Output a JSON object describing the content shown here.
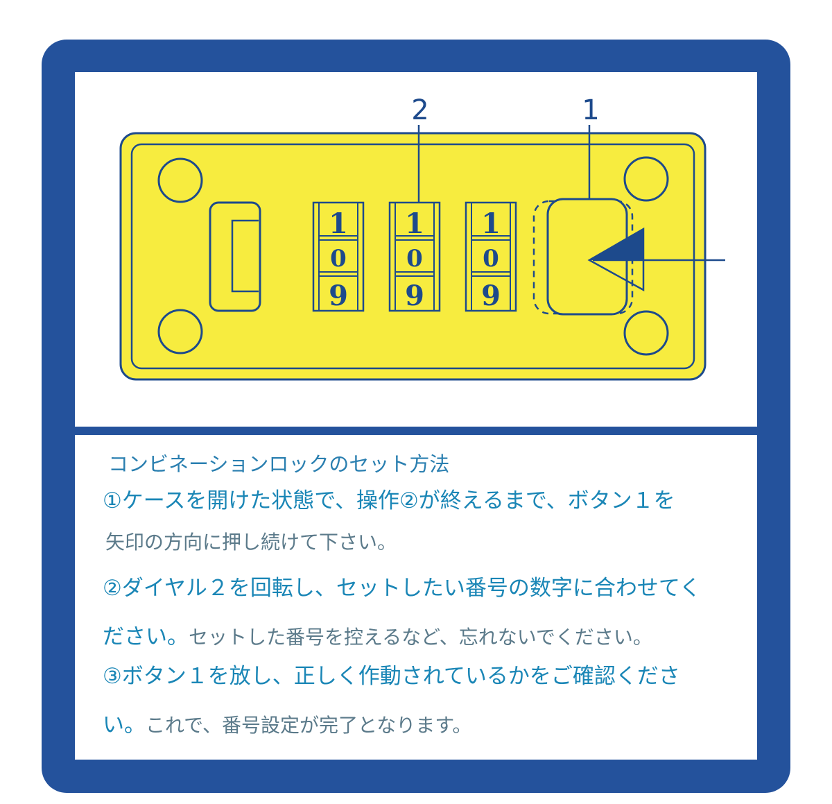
{
  "diagram": {
    "callout_1": "1",
    "callout_2": "2",
    "dials": [
      {
        "digits": [
          "1",
          "0",
          "9"
        ]
      },
      {
        "digits": [
          "1",
          "0",
          "9"
        ]
      },
      {
        "digits": [
          "1",
          "0",
          "9"
        ]
      }
    ],
    "colors": {
      "frame": "#24529c",
      "lock_body": "#f7ec3f",
      "outline": "#1d4a8c",
      "text": "#1b7eaa"
    }
  },
  "instructions": {
    "title": "コンビネーションロックのセット方法",
    "step1_line1": "①ケースを開けた状態で、操作②が終えるまで、ボタン１を",
    "step1_line2": "矢印の方向に押し続けて下さい。",
    "step2_line1": "②ダイヤル２を回転し、セットしたい番号の数字に合わせてく",
    "step2_line2a": "ださい。",
    "step2_line2b": "セットした番号を控えるなど、忘れないでください。",
    "step3_line1": "③ボタン１を放し、正しく作動されているかをご確認くださ",
    "step3_line2a": "い。",
    "step3_line2b": "これで、番号設定が完了となります。"
  }
}
